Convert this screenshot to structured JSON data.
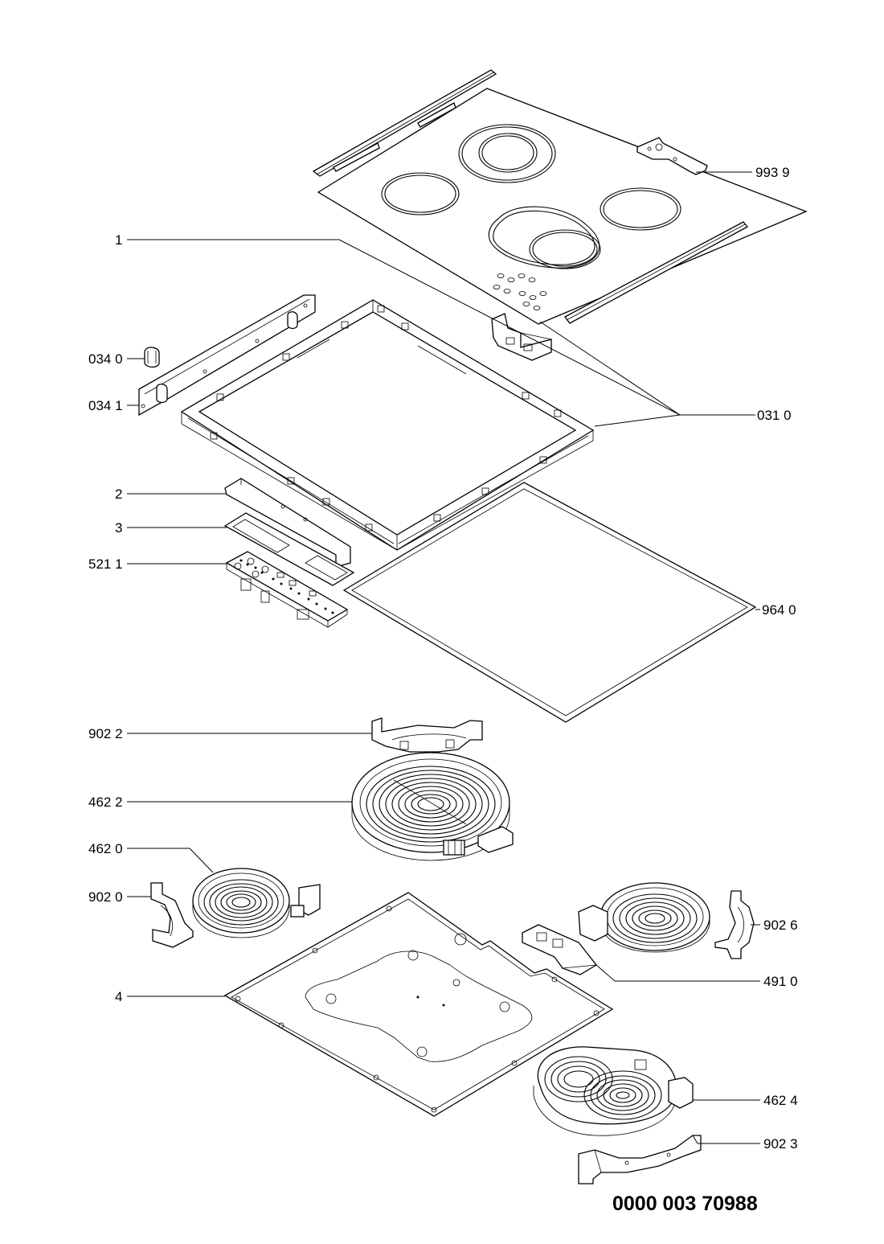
{
  "callouts": {
    "c9939": "993 9",
    "c1": "1",
    "c0340": "034 0",
    "c0341": "034 1",
    "c0310": "031 0",
    "c2": "2",
    "c3": "3",
    "c5211": "521 1",
    "c9640": "964 0",
    "c9022": "902 2",
    "c4622": "462 2",
    "c4620": "462 0",
    "c9020": "902 0",
    "c9026": "902 6",
    "c4910": "491 0",
    "c4": "4",
    "c4624": "462 4",
    "c9023": "902 3"
  },
  "document_number": "0000 003 70988"
}
